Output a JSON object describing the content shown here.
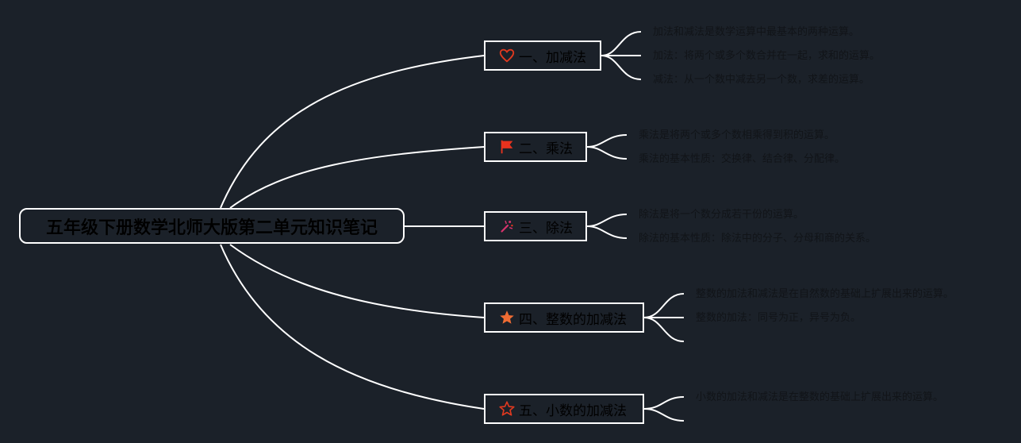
{
  "root": {
    "title": "五年级下册数学北师大版第二单元知识笔记"
  },
  "topics": [
    {
      "label": "一、加减法",
      "icon": "heart-icon",
      "notes": [
        "加法和减法是数学运算中最基本的两种运算。",
        "加法：将两个或多个数合并在一起，求和的运算。",
        "减法：从一个数中减去另一个数，求差的运算。"
      ]
    },
    {
      "label": "二、乘法",
      "icon": "flag-icon",
      "notes": [
        "乘法是将两个或多个数相乘得到积的运算。",
        "乘法的基本性质：交换律、结合律、分配律。"
      ]
    },
    {
      "label": "三、除法",
      "icon": "party-popper-icon",
      "notes": [
        "除法是将一个数分成若干份的运算。",
        "除法的基本性质：除法中的分子、分母和商的关系。"
      ]
    },
    {
      "label": "四、整数的加减法",
      "icon": "star-filled-icon",
      "notes": [
        "整数的加法和减法是在自然数的基础上扩展出来的运算。",
        "整数的加法：同号为正，异号为负。",
        ""
      ]
    },
    {
      "label": "五、小数的加减法",
      "icon": "star-outline-icon",
      "notes": [
        "小数的加法和减法是在整数的基础上扩展出来的运算。",
        ""
      ]
    }
  ],
  "colors": {
    "background": "#1b2129",
    "line": "#ffffff",
    "heart": "#e0391f",
    "flag": "#e8321e",
    "popper": "#d6336c",
    "star_filled": "#ef6c33",
    "star_outline": "#e0391f"
  }
}
